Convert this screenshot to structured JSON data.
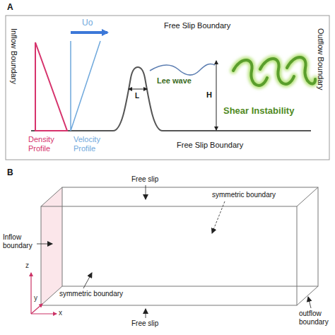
{
  "diagram": {
    "labels": [
      "A",
      "Uo",
      "Free Slip Boundary",
      "Inflow Boundary",
      "Outflow Boundary",
      "Lee wave",
      "L",
      "H",
      "Shear Instability",
      "Density Profile",
      "Velocity Profile",
      "Free Slip Boundary",
      "B",
      "z",
      "y",
      "x",
      "Free slip",
      "symmetric boundary",
      "Inflow boundary",
      "outflow boundary",
      "symmetric boundary",
      "Free slip"
    ]
  }
}
